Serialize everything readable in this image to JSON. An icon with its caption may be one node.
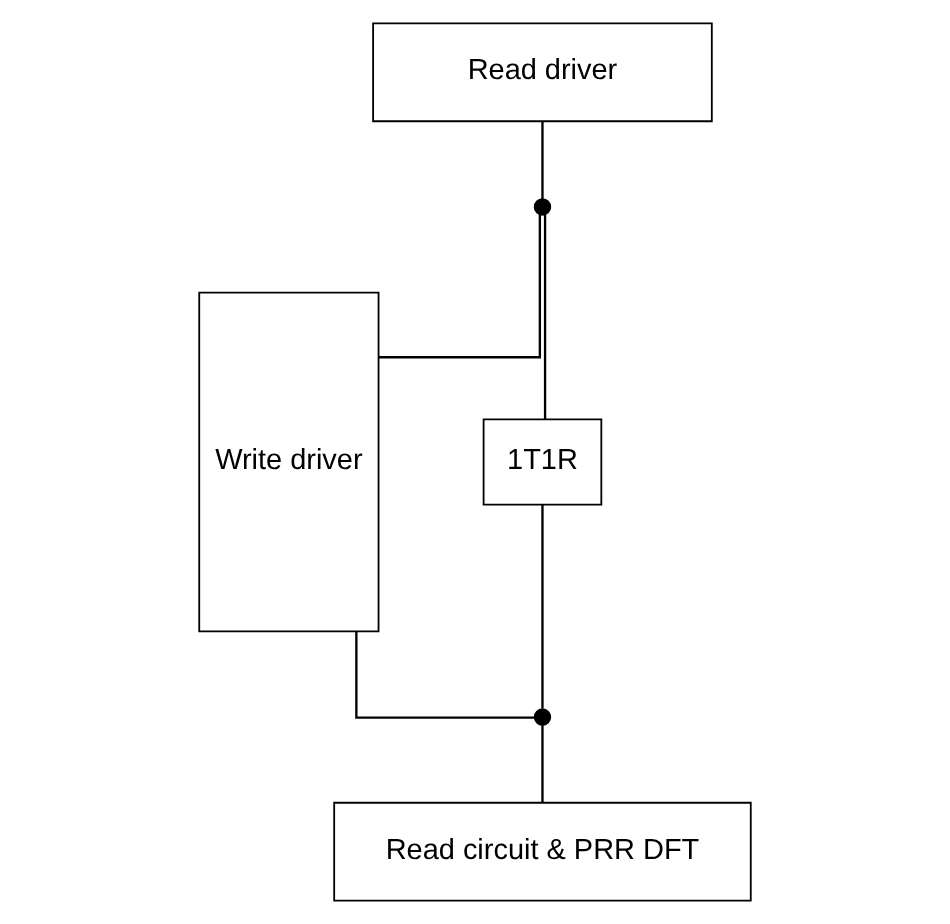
{
  "diagram": {
    "nodes": [
      {
        "text": [
          "Read driver"
        ]
      },
      {
        "text": [
          "Write driver"
        ]
      },
      {
        "text": [
          "1T1R"
        ]
      },
      {
        "text": [
          "Read circuit & PRR DFT"
        ]
      },
      {
        "text": [],
        "shape": "circle"
      },
      {
        "text": [],
        "shape": "circle"
      }
    ],
    "edges": [
      {
        "from": 0,
        "to": 4,
        "arrow": "none"
      },
      {
        "from": 1,
        "to": 4,
        "arrow": "none"
      },
      {
        "from": 4,
        "to": 2,
        "arrow": "none"
      },
      {
        "from": 2,
        "to": 5,
        "arrow": "none"
      },
      {
        "from": 1,
        "to": 5,
        "arrow": "none"
      },
      {
        "from": 5,
        "to": 3,
        "arrow": "none"
      }
    ]
  }
}
